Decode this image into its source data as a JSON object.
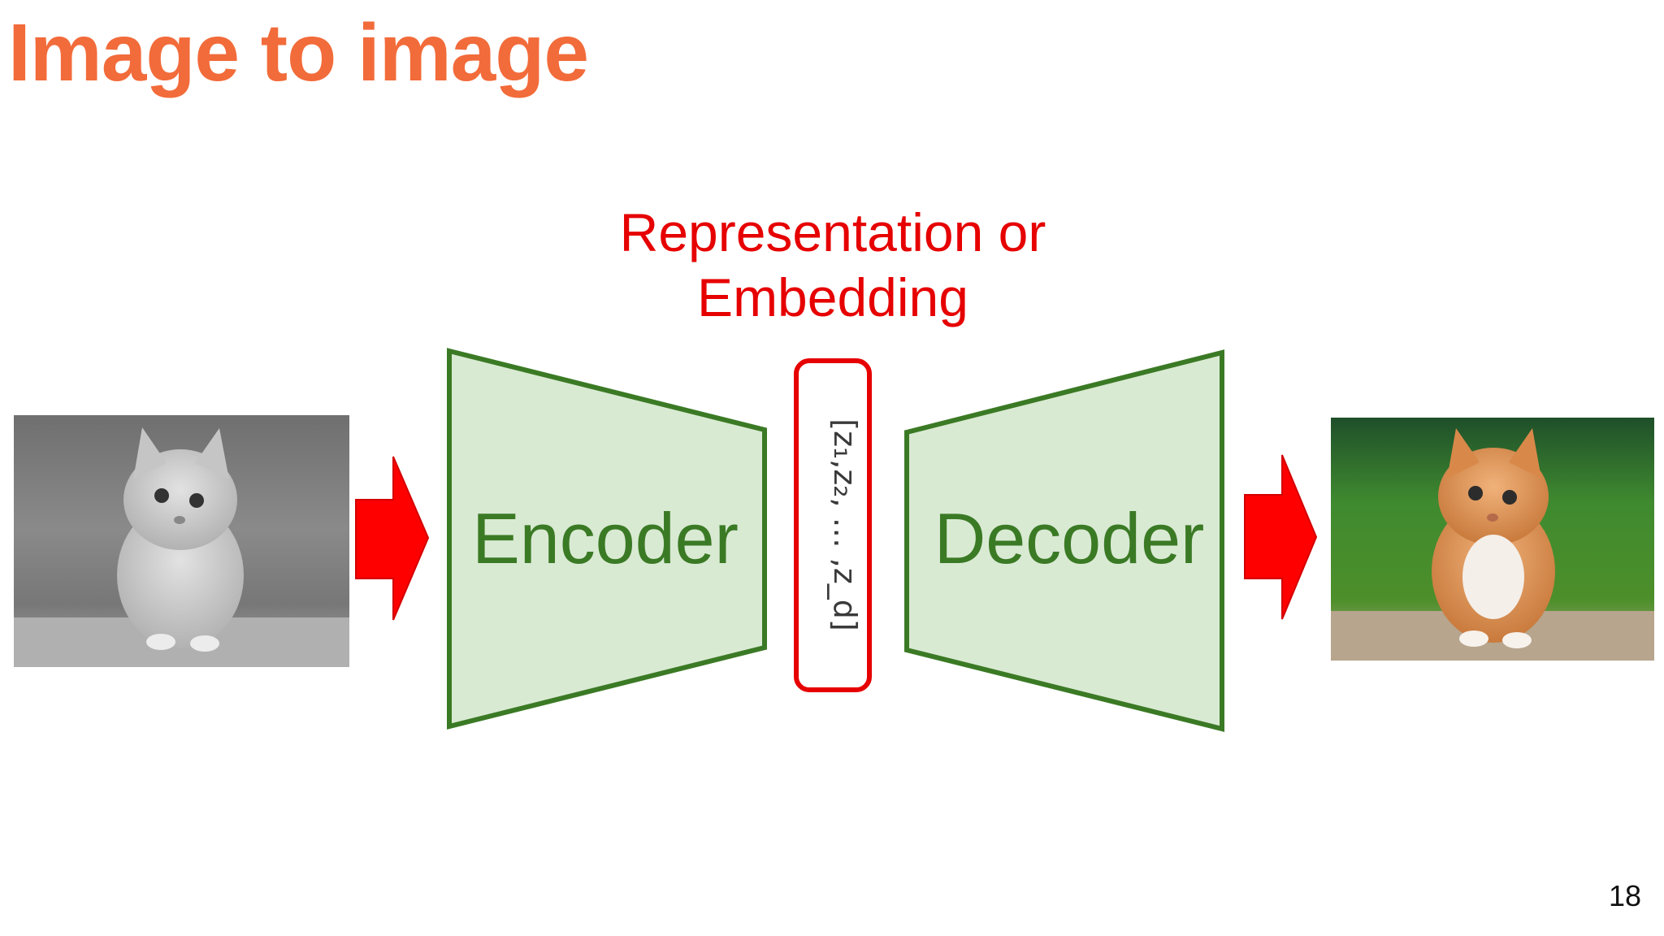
{
  "slide": {
    "title": "Image to image",
    "page_number": "18"
  },
  "embedding": {
    "label_line1": "Representation or",
    "label_line2": "Embedding",
    "vector_text": "[z₁,z₂, … ,z_d]"
  },
  "encoder": {
    "label": "Encoder"
  },
  "decoder": {
    "label": "Decoder"
  },
  "input_image": {
    "kind": "grayscale kitten photo"
  },
  "output_image": {
    "kind": "color kitten photo"
  },
  "colors": {
    "title": "#f26b3a",
    "accent_red": "#e60000",
    "arrow_red": "#ff0000",
    "block_fill": "#d9ead3",
    "block_stroke": "#3b7a25",
    "block_text": "#3b7a25"
  },
  "icons": [
    "right-arrow-icon"
  ]
}
